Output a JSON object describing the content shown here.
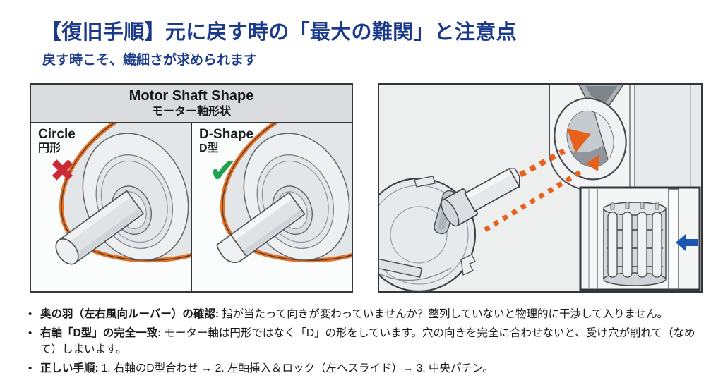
{
  "page": {
    "title": "【復旧手順】元に戻す時の「最大の難関」と注意点",
    "subtitle": "戻す時こそ、繊細さが求められます"
  },
  "shaft_panel": {
    "header_en": "Motor Shaft Shape",
    "header_jp": "モーター軸形状",
    "options": [
      {
        "label_en": "Circle",
        "label_jp": "円形",
        "mark": "✖",
        "verdict": "wrong"
      },
      {
        "label_en": "D-Shape",
        "label_jp": "D型",
        "mark": "✔",
        "verdict": "correct"
      }
    ]
  },
  "notes": [
    {
      "label": "奥の羽（左右風向ルーバー）の確認:",
      "text": "指が当たって向きが変わっていませんか？整列していないと物理的に干渉して入りません。"
    },
    {
      "label": "右軸「D型」の完全一致:",
      "text": "モーター軸は円形ではなく「D」の形をしています。穴の向きを完全に合わせないと、受け穴が削れて（なめて）しまいます。"
    },
    {
      "label": "正しい手順:",
      "text": "1. 右軸のD型合わせ → 2. 左軸挿入＆ロック（左へスライド）→ 3. 中央パチン。"
    }
  ],
  "colors": {
    "title_blue": "#1b3a8c",
    "accent_orange": "#ee6f1c",
    "arrow_orange": "#e8611c",
    "wrong_red": "#cc2936",
    "correct_green": "#1fa34e",
    "slide_arrow_blue": "#1d55b2",
    "panel_header_gray": "#d9dbdd"
  }
}
